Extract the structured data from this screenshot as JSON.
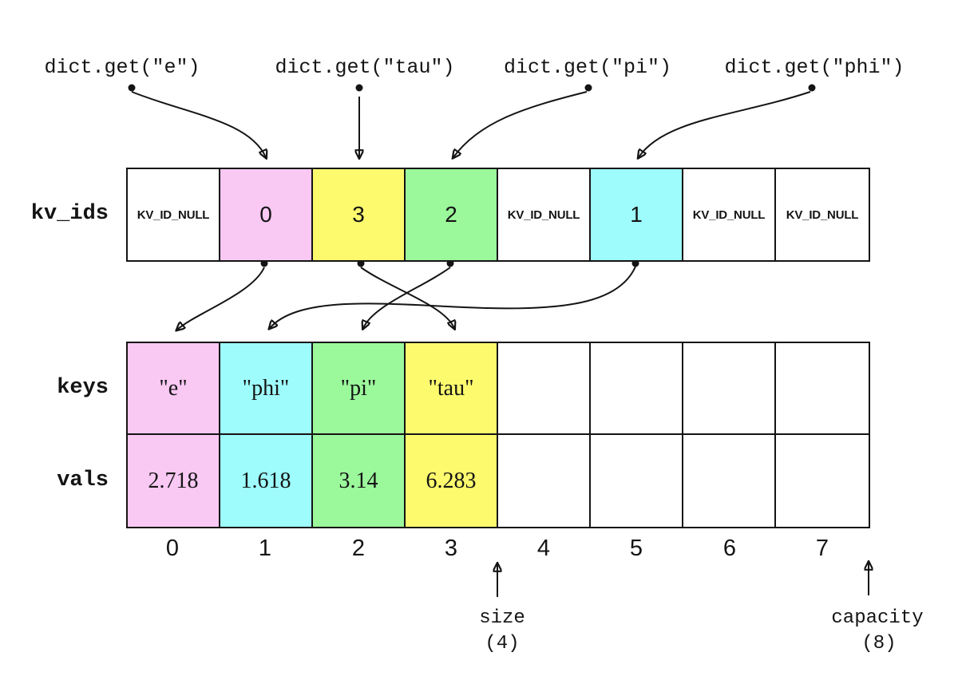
{
  "calls": [
    {
      "label": "dict.get(\"e\")"
    },
    {
      "label": "dict.get(\"tau\")"
    },
    {
      "label": "dict.get(\"pi\")"
    },
    {
      "label": "dict.get(\"phi\")"
    }
  ],
  "kv_ids": {
    "label": "kv_ids",
    "cells": [
      {
        "text": "KV_ID_NULL",
        "bg": "#ffffff"
      },
      {
        "text": "0",
        "bg": "#f9c8f3"
      },
      {
        "text": "3",
        "bg": "#fdfa6e"
      },
      {
        "text": "2",
        "bg": "#9bf89b"
      },
      {
        "text": "KV_ID_NULL",
        "bg": "#ffffff"
      },
      {
        "text": "1",
        "bg": "#9ffcfc"
      },
      {
        "text": "KV_ID_NULL",
        "bg": "#ffffff"
      },
      {
        "text": "KV_ID_NULL",
        "bg": "#ffffff"
      }
    ]
  },
  "keys": {
    "label": "keys",
    "cells": [
      {
        "text": "\"e\"",
        "bg": "#f9c8f3"
      },
      {
        "text": "\"phi\"",
        "bg": "#9ffcfc"
      },
      {
        "text": "\"pi\"",
        "bg": "#9bf89b"
      },
      {
        "text": "\"tau\"",
        "bg": "#fdfa6e"
      },
      {
        "text": "",
        "bg": "#ffffff"
      },
      {
        "text": "",
        "bg": "#ffffff"
      },
      {
        "text": "",
        "bg": "#ffffff"
      },
      {
        "text": "",
        "bg": "#ffffff"
      }
    ]
  },
  "vals": {
    "label": "vals",
    "cells": [
      {
        "text": "2.718",
        "bg": "#f9c8f3"
      },
      {
        "text": "1.618",
        "bg": "#9ffcfc"
      },
      {
        "text": "3.14",
        "bg": "#9bf89b"
      },
      {
        "text": "6.283",
        "bg": "#fdfa6e"
      },
      {
        "text": "",
        "bg": "#ffffff"
      },
      {
        "text": "",
        "bg": "#ffffff"
      },
      {
        "text": "",
        "bg": "#ffffff"
      },
      {
        "text": "",
        "bg": "#ffffff"
      }
    ]
  },
  "indices": [
    "0",
    "1",
    "2",
    "3",
    "4",
    "5",
    "6",
    "7"
  ],
  "size_marker": {
    "label": "size",
    "value": "(4)"
  },
  "capacity_marker": {
    "label": "capacity",
    "value": "(8)"
  },
  "arrows": {
    "calls_to_kv_ids": [
      {
        "from": "dict.get(\"e\")",
        "to_slot": 1
      },
      {
        "from": "dict.get(\"tau\")",
        "to_slot": 2
      },
      {
        "from": "dict.get(\"pi\")",
        "to_slot": 3
      },
      {
        "from": "dict.get(\"phi\")",
        "to_slot": 5
      }
    ],
    "kv_ids_to_keys": [
      {
        "from_slot": 1,
        "kv_id": "0",
        "to_index": 0
      },
      {
        "from_slot": 2,
        "kv_id": "3",
        "to_index": 3
      },
      {
        "from_slot": 3,
        "kv_id": "2",
        "to_index": 2
      },
      {
        "from_slot": 5,
        "kv_id": "1",
        "to_index": 1
      }
    ]
  },
  "colors": {
    "violet": "#f9c8f3",
    "yellow": "#fdfa6e",
    "green": "#9bf89b",
    "cyan": "#9ffcfc",
    "stroke": "#141414"
  }
}
